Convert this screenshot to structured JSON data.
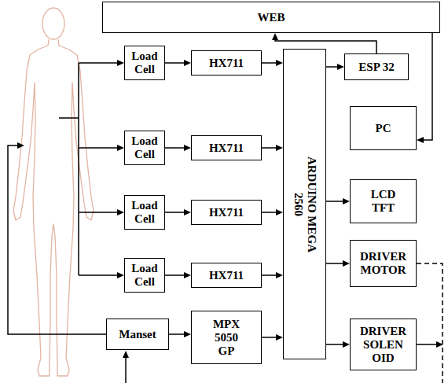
{
  "diagram": {
    "nodes": [
      {
        "text": [
          "WEB"
        ]
      },
      {
        "text": [
          "Load Cell"
        ]
      },
      {
        "text": [
          "HX711"
        ]
      },
      {
        "text": [
          "Load Cell"
        ]
      },
      {
        "text": [
          "HX711"
        ]
      },
      {
        "text": [
          "Load Cell"
        ]
      },
      {
        "text": [
          "HX711"
        ]
      },
      {
        "text": [
          "Load Cell"
        ]
      },
      {
        "text": [
          "HX711"
        ]
      },
      {
        "text": [
          "Manset"
        ]
      },
      {
        "text": [
          "MPX 5050 GP"
        ]
      },
      {
        "text": [
          "ARDUINO MEGA 2560"
        ]
      },
      {
        "text": [
          "ESP 32"
        ]
      },
      {
        "text": [
          "PC"
        ]
      },
      {
        "text": [
          "LCD TFT"
        ]
      },
      {
        "text": [
          "DRIVER MOTOR"
        ]
      },
      {
        "text": [
          "DRIVER SOLEN OID"
        ]
      }
    ],
    "edges": [
      {
        "from": 1,
        "to": 2,
        "arrow": "to"
      },
      {
        "from": 2,
        "to": 11,
        "arrow": "to"
      },
      {
        "from": 3,
        "to": 4,
        "arrow": "to"
      },
      {
        "from": 4,
        "to": 11,
        "arrow": "to"
      },
      {
        "from": 5,
        "to": 6,
        "arrow": "to"
      },
      {
        "from": 6,
        "to": 11,
        "arrow": "to"
      },
      {
        "from": 7,
        "to": 8,
        "arrow": "to"
      },
      {
        "from": 8,
        "to": 11,
        "arrow": "to"
      },
      {
        "from": 9,
        "to": 10,
        "arrow": "to"
      },
      {
        "from": 10,
        "to": 11,
        "arrow": "to"
      },
      {
        "from": 11,
        "to": 12,
        "arrow": "to"
      },
      {
        "from": 11,
        "to": 14,
        "arrow": "to"
      },
      {
        "from": 11,
        "to": 15,
        "arrow": "to"
      },
      {
        "from": 11,
        "to": 16,
        "arrow": "to"
      },
      {
        "from": 12,
        "to": 0,
        "arrow": "to"
      },
      {
        "from": 0,
        "to": 13,
        "arrow": "to"
      }
    ]
  }
}
